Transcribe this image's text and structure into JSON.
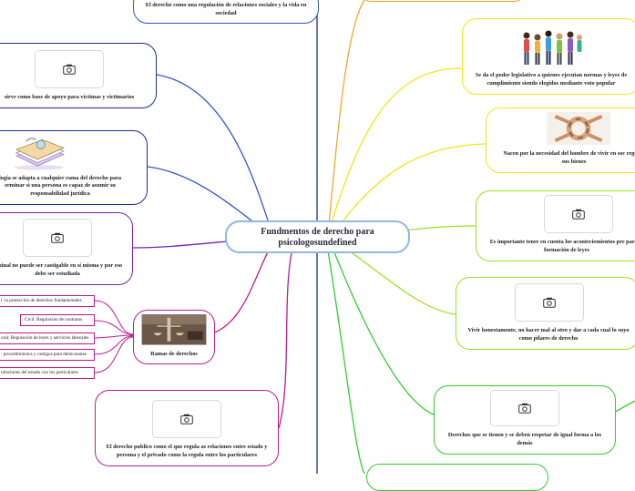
{
  "center": {
    "title": "Fundmentos de derecho para psicologosundefined"
  },
  "nodes": {
    "top_left": "El derecho como una regulación de relaciones sociales y la vida en sociedad",
    "victimas": "sirve como base de apoyo para víctimas y victimarios",
    "psicologia": "logía se adapta a cualquier rama del derecho para erminar si una persona es capaz de asumir su responsabilidad jurídica",
    "criminal": "riminal no puede ser castigable en sí misma y por eso debe ser estudiada",
    "ramas": "Ramas de derechos",
    "publico": "El derecho publico como el que regula as relaciones entre estado y persona y el privado como la regula entre los particulares",
    "legislativo": "Se da el poder legislativo a quienes ejecutan normas y leyes de cumplimiento siendo elegidos mediante voto popular",
    "necesidad": "Nacen por la necesidad del hombre de vivir en soc regular sus bienes",
    "acontecimientos": "Es importante tener en cuenta los aconteciemientos pre para la formación de leyes",
    "vivir": "Vivir honestamente, no hacer mal al otro y dar a cada cual lo suyo como pilares de derecho",
    "derechos": "Derechos que se tienen y se deben respetar de igual forma a los demás"
  },
  "ramas_items": [
    "l: la protección de derechos fundamentales",
    "Civil: Regulación de contratos",
    "oral: Regulación de leyes y servicios laborales",
    ": procedimientos y castigos para delincuentes",
    "relaciones del estado con los particulares"
  ],
  "colors": {
    "blue": "#2c55d0",
    "navy": "#1d2b9b",
    "purple": "#7a1fb5",
    "magenta": "#c01a8f",
    "orange": "#f5a623",
    "yellow": "#f2e61a",
    "lime": "#9be31d",
    "green": "#2fcf2a",
    "center_border": "#8fb7e8"
  },
  "icons": {
    "placeholder": "camera-icon"
  }
}
